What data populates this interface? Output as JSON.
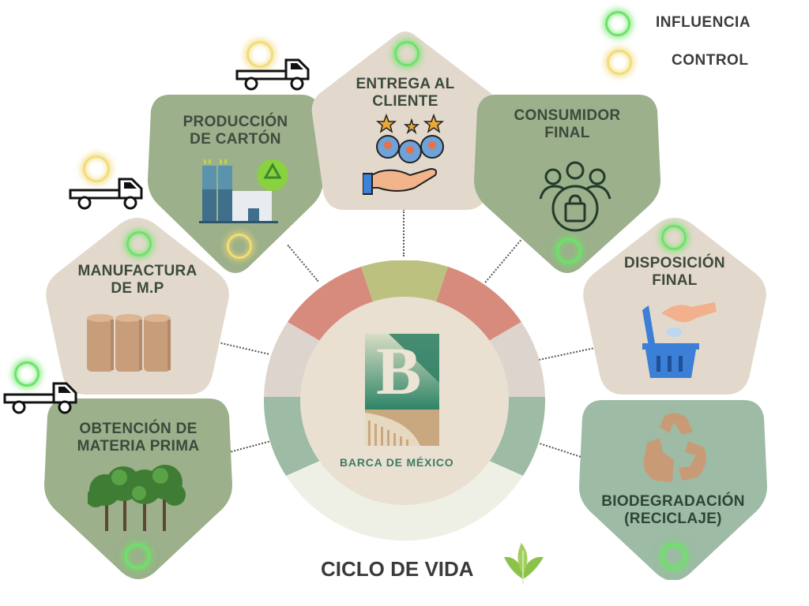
{
  "legend": {
    "influence_label": "INFLUENCIA",
    "control_label": "CONTROL",
    "influence_color": "#6be36b",
    "control_color": "#f2dc78"
  },
  "stages": [
    {
      "title_line1": "OBTENCIÓN DE",
      "title_line2": "MATERIA PRIMA",
      "indicator": "influence",
      "icon": "trees-icon"
    },
    {
      "title_line1": "MANUFACTURA",
      "title_line2": "DE M.P",
      "indicator": "influence",
      "icon": "paper-rolls-icon"
    },
    {
      "title_line1": "PRODUCCIÓN",
      "title_line2": "DE CARTÓN",
      "indicator": "control",
      "icon": "factory-recycle-icon"
    },
    {
      "title_line1": "ENTREGA AL",
      "title_line2": "CLIENTE",
      "indicator": "influence",
      "icon": "customer-rating-icon"
    },
    {
      "title_line1": "CONSUMIDOR",
      "title_line2": "FINAL",
      "indicator": "influence",
      "icon": "consumers-bag-icon"
    },
    {
      "title_line1": "DISPOSICIÓN",
      "title_line2": "FINAL",
      "indicator": "influence",
      "icon": "trash-bin-icon"
    },
    {
      "title_line1": "BIODEGRADACIÓN",
      "title_line2": "(RECICLAJE)",
      "indicator": "influence",
      "icon": "recycle-icon"
    }
  ],
  "transport": [
    {
      "icon": "truck-icon",
      "indicator": "influence"
    },
    {
      "icon": "truck-icon",
      "indicator": "control"
    },
    {
      "icon": "truck-icon",
      "indicator": "control"
    }
  ],
  "center": {
    "logo_letter": "B",
    "brand_name": "BARCA DE MÉXICO"
  },
  "footer": {
    "title": "CICLO DE VIDA",
    "icon": "leaf-icon"
  },
  "colors": {
    "sage": "#9bb08b",
    "beige": "#e2d9cc",
    "mint": "#9dbba5",
    "salmon": "#d68b7d",
    "olive": "#bcc17f",
    "grey": "#ddd5cd",
    "cream": "#ebe2d3",
    "brand_green": "#3e7a63"
  }
}
